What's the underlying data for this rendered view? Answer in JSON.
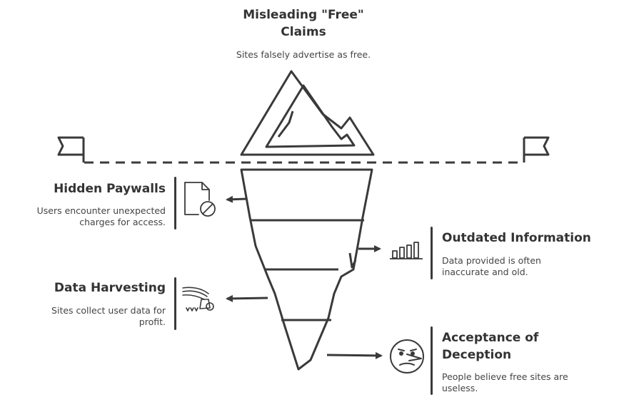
{
  "top": {
    "title": "Misleading \"Free\" Claims",
    "description": "Sites falsely advertise as free."
  },
  "items": [
    {
      "title": "Hidden Paywalls",
      "description": "Users encounter unexpected charges for access.",
      "icon": "document-blocked-icon"
    },
    {
      "title": "Outdated Information",
      "description": "Data provided is often inaccurate and old.",
      "icon": "bar-chart-icon"
    },
    {
      "title": "Data Harvesting",
      "description": "Sites collect user data for profit.",
      "icon": "data-harvest-icon"
    },
    {
      "title": "Acceptance of Deception",
      "description": "People believe free sites are useless.",
      "icon": "deceived-face-icon"
    }
  ],
  "colors": {
    "stroke": "#3a3a3a",
    "text": "#333333"
  }
}
